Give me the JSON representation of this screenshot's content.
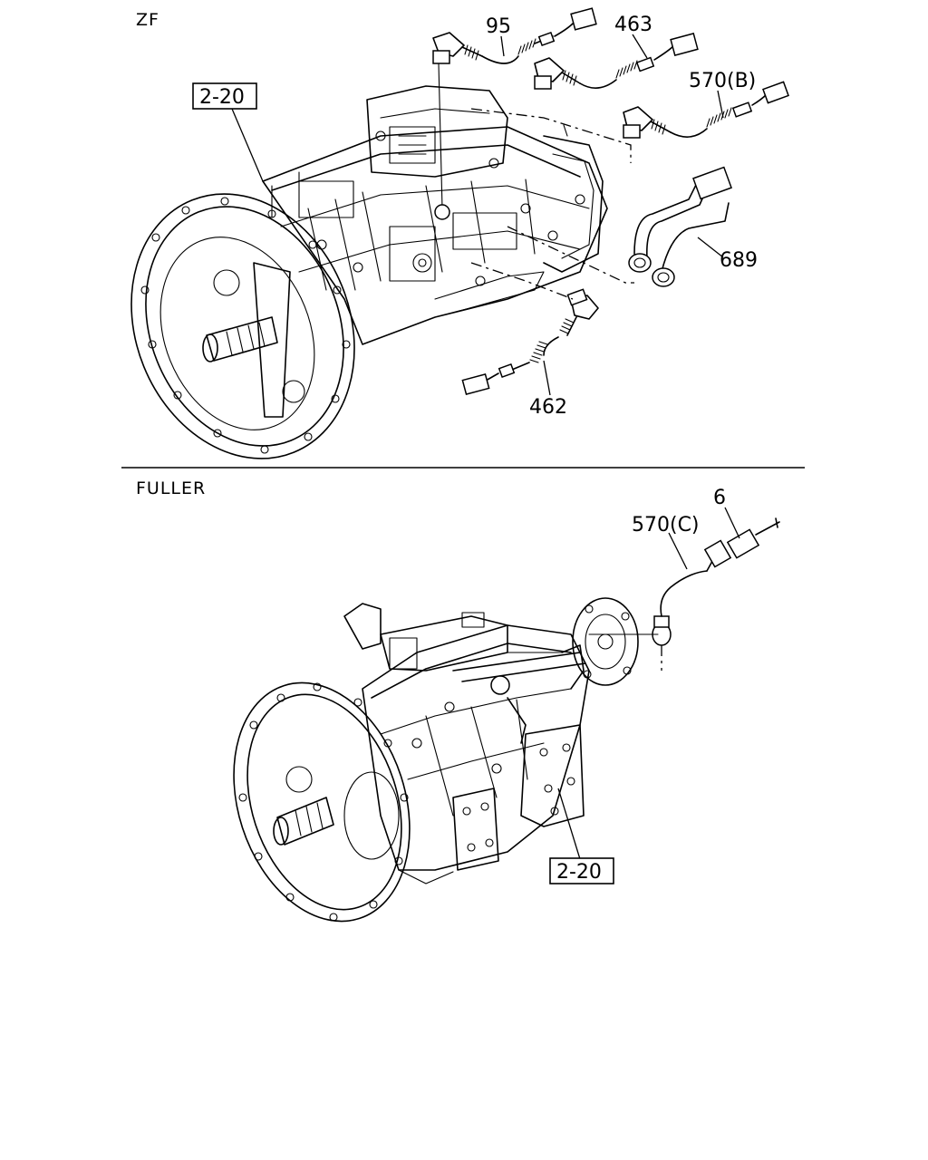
{
  "sections": {
    "zf": {
      "title": "ZF",
      "callouts": {
        "p95": "95",
        "p463": "463",
        "p570b": "570(B)",
        "p689": "689",
        "p462": "462",
        "ref": "2-20"
      }
    },
    "fuller": {
      "title": "FULLER",
      "callouts": {
        "p570c": "570(C)",
        "p6": "6",
        "ref": "2-20"
      }
    }
  }
}
